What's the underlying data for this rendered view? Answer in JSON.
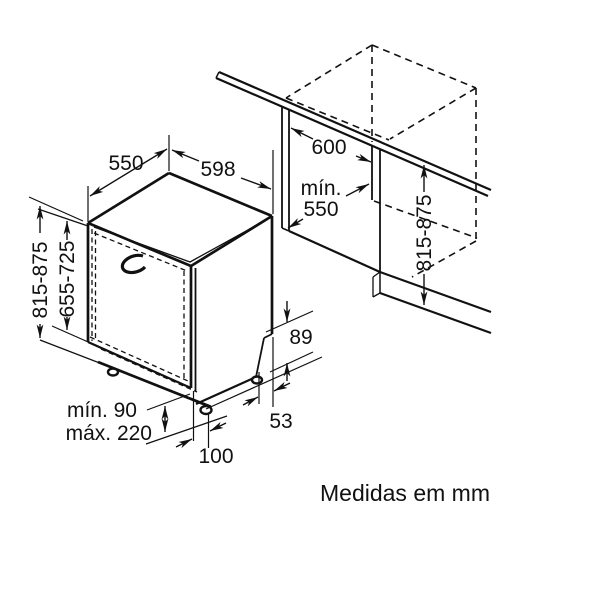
{
  "labels": {
    "top_depth": "550",
    "top_width": "598",
    "niche_width": "600",
    "niche_depth_min_line1": "mín.",
    "niche_depth_min_line2": "550",
    "appliance_height": "815-875",
    "door_panel_height": "655-725",
    "niche_height": "815-875",
    "toe_kick_height": "89",
    "foot_offset_side": "53",
    "foot_offset_front": "100",
    "plinth_min": "mín. 90",
    "plinth_max": "máx. 220",
    "caption": "Medidas em mm"
  },
  "colors": {
    "line": "#111111",
    "background": "#ffffff"
  }
}
